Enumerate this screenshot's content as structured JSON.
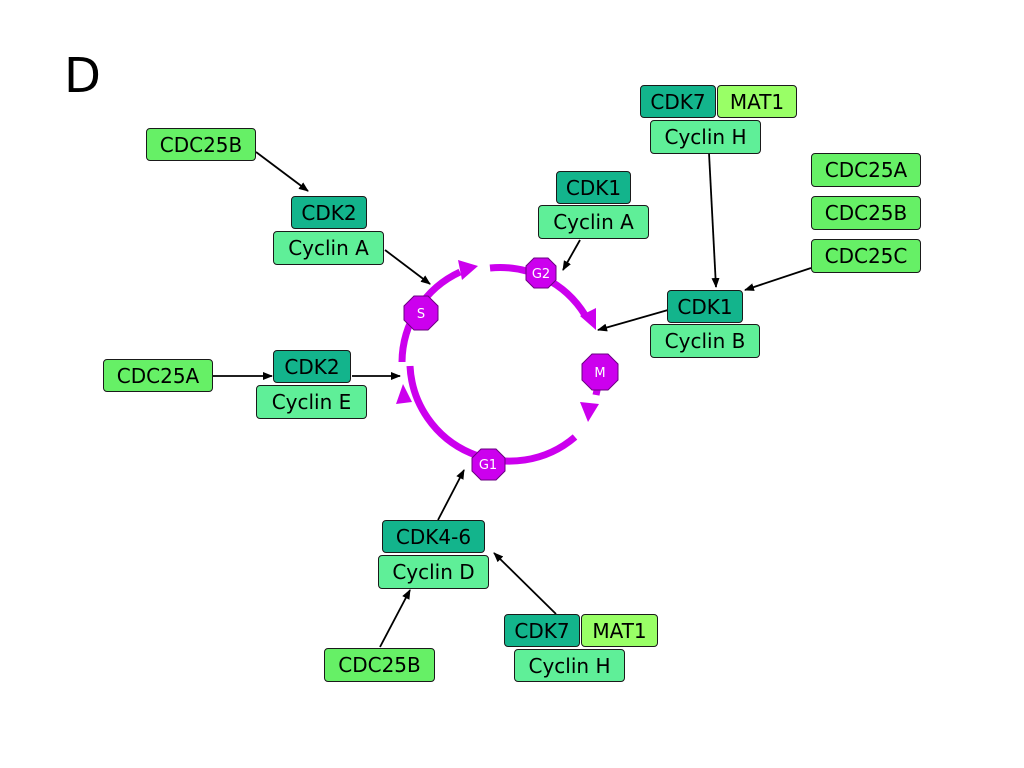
{
  "panel_label": "D",
  "colors": {
    "cdk": "#13b48c",
    "cyclin": "#5fef98",
    "cdc25": "#66f066",
    "mat1": "#99ff66",
    "cycle": "#cc00ee",
    "arrow": "#000000"
  },
  "cycle": {
    "phases": {
      "s": "S",
      "g2": "G2",
      "m": "M",
      "g1": "G1"
    }
  },
  "nodes": {
    "cdc25b_top": "CDC25B",
    "cdk2_a": "CDK2",
    "cyclin_a_left": "Cyclin A",
    "cdk1_a": "CDK1",
    "cyclin_a_right": "Cyclin A",
    "cdk7_top": "CDK7",
    "mat1_top": "MAT1",
    "cyclin_h_top": "Cyclin H",
    "cdc25a_right": "CDC25A",
    "cdc25b_right": "CDC25B",
    "cdc25c_right": "CDC25C",
    "cdk1_b": "CDK1",
    "cyclin_b": "Cyclin B",
    "cdc25a_left": "CDC25A",
    "cdk2_e": "CDK2",
    "cyclin_e": "Cyclin E",
    "cdk46": "CDK4-6",
    "cyclin_d": "Cyclin D",
    "cdc25b_bottom": "CDC25B",
    "cdk7_bottom": "CDK7",
    "mat1_bottom": "MAT1",
    "cyclin_h_bottom": "Cyclin H"
  }
}
